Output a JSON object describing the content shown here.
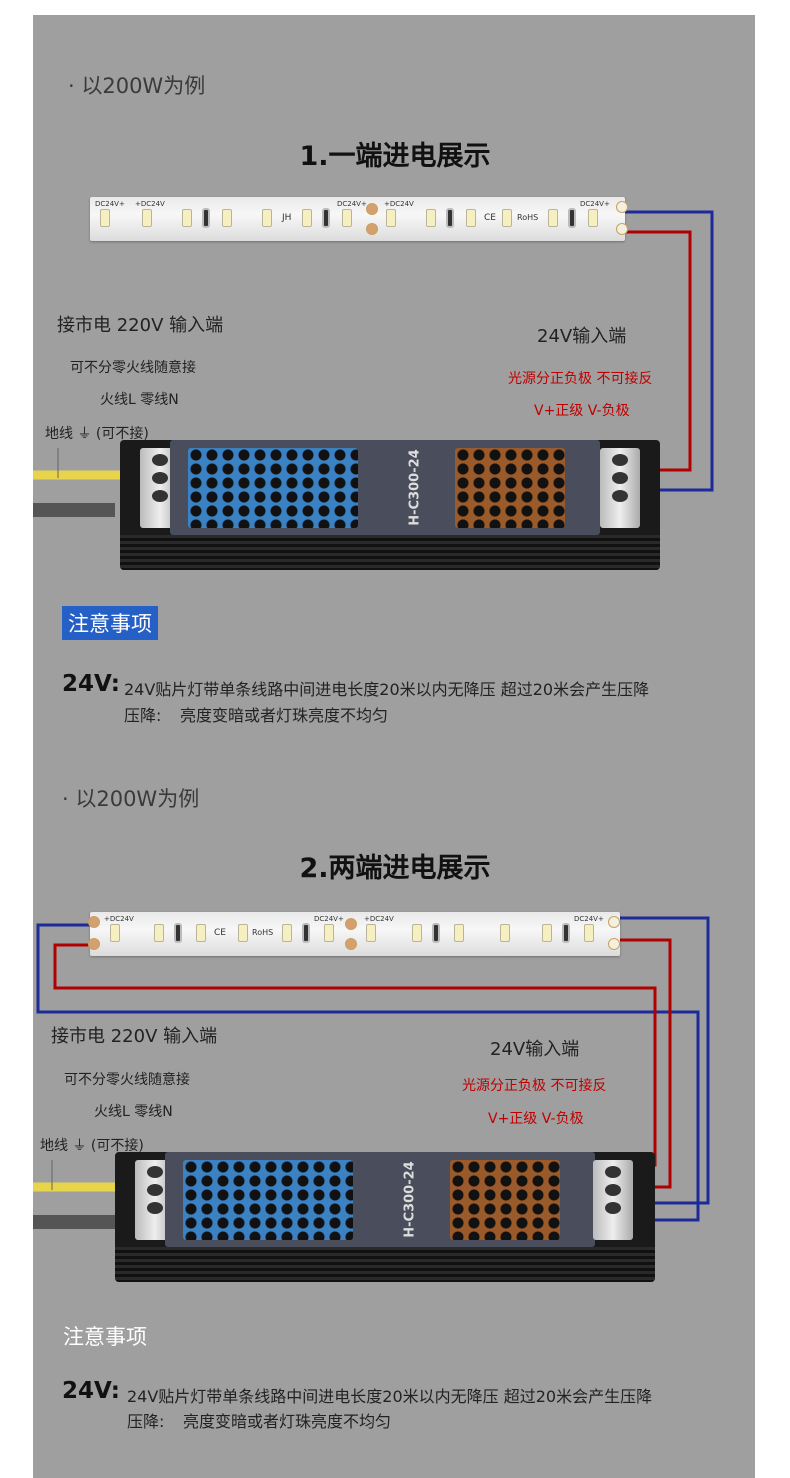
{
  "sections": [
    {
      "example": "· 以200W为例",
      "title": "1.一端进电展示",
      "mains_label": "接市电 220V 输入端",
      "mains_note": "可不分零火线随意接",
      "live_neutral": "火线L  零线N",
      "ground": "地线 ⏚ (可不接)",
      "dc_input": "24V输入端",
      "polarity_warning": "光源分正负极 不可接反",
      "polarity": "V+正级  V-负极",
      "strip_labels": [
        "DC24V+",
        "+DC24V",
        "JH",
        "DC24V+",
        "+DC24V",
        "CE",
        "RoHS",
        "DC24V+"
      ],
      "driver_model": "H-C300-24",
      "notice_title": "注意事项",
      "notice_voltage": "24V:",
      "notice_text": "24V贴片灯带单条线路中间进电长度20米以内无降压 超过20米会产生压降",
      "drop_label": "压降:",
      "drop_text": "亮度变暗或者灯珠亮度不均匀"
    },
    {
      "example": "· 以200W为例",
      "title": "2.两端进电展示",
      "mains_label": "接市电 220V 输入端",
      "mains_note": "可不分零火线随意接",
      "live_neutral": "火线L  零线N",
      "ground": "地线 ⏚ (可不接)",
      "dc_input": "24V输入端",
      "polarity_warning": "光源分正负极 不可接反",
      "polarity": "V+正级  V-负极",
      "strip_labels": [
        "+DC24V",
        "CE",
        "RoHS",
        "DC24V+",
        "+DC24V",
        "DC24V+"
      ],
      "driver_model": "H-C300-24",
      "notice_title": "注意事项",
      "notice_voltage": "24V:",
      "notice_text": "24V贴片灯带单条线路中间进电长度20米以内无降压 超过20米会产生压降",
      "drop_label": "压降:",
      "drop_text": "亮度变暗或者灯珠亮度不均匀"
    }
  ],
  "colors": {
    "background": "#9f9f9f",
    "positive_wire": "#b00000",
    "negative_wire": "#1c2a9a",
    "ground_wire": "#e8d44a",
    "notice_box": "#2560c6",
    "warning_text": "#c00000"
  }
}
